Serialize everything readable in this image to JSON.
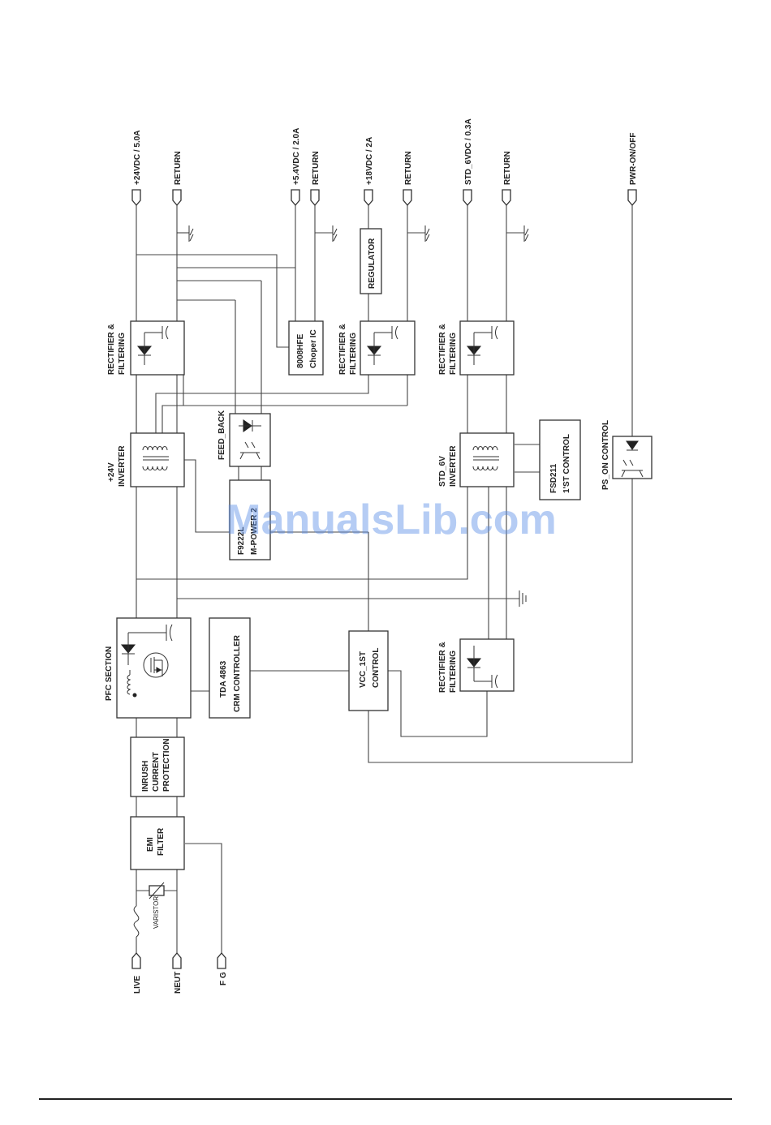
{
  "outputs": {
    "v24": "+24VDC / 5.0A",
    "v24_return": "RETURN",
    "v54": "+5.4VDC / 2.0A",
    "v54_return": "RETURN",
    "v18": "+18VDC / 2A",
    "v18_return": "RETURN",
    "std6": "STD_6VDC / 0.3A",
    "std6_return": "RETURN",
    "pwr": "PWR-ON/OFF"
  },
  "inputs": {
    "live": "LIVE",
    "neut": "NEUT",
    "fg": "F G",
    "varistor": "VARISTOR"
  },
  "blocks": {
    "emi_1": "EMI",
    "emi_2": "FILTER",
    "inrush_1": "INRUSH",
    "inrush_2": "CURRENT",
    "inrush_3": "PROTECTION",
    "pfc": "PFC SECTION",
    "tda_1": "TDA 4863",
    "tda_2": "CRM CONTROLLER",
    "vcc_1": "VCC_1ST",
    "vcc_2": "CONTROL",
    "inv24_1": "+24V",
    "inv24_2": "INVERTER",
    "rect_1": "RECTIFIER  &",
    "rect_2": "FILTERING",
    "f9222_1": "F9222L",
    "f9222_2": "M-POWER 2",
    "feedback": "FEED_BACK",
    "choper_1": "8008HFE",
    "choper_2": "Choper IC",
    "regulator": "REGULATOR",
    "std6inv_1": "STD_6V",
    "std6inv_2": "INVERTER",
    "fsd_1": "FSD211",
    "fsd_2": "1'ST CONTROL",
    "pson": "PS_ON CONTROL"
  },
  "watermark": "ManualsLib.com"
}
